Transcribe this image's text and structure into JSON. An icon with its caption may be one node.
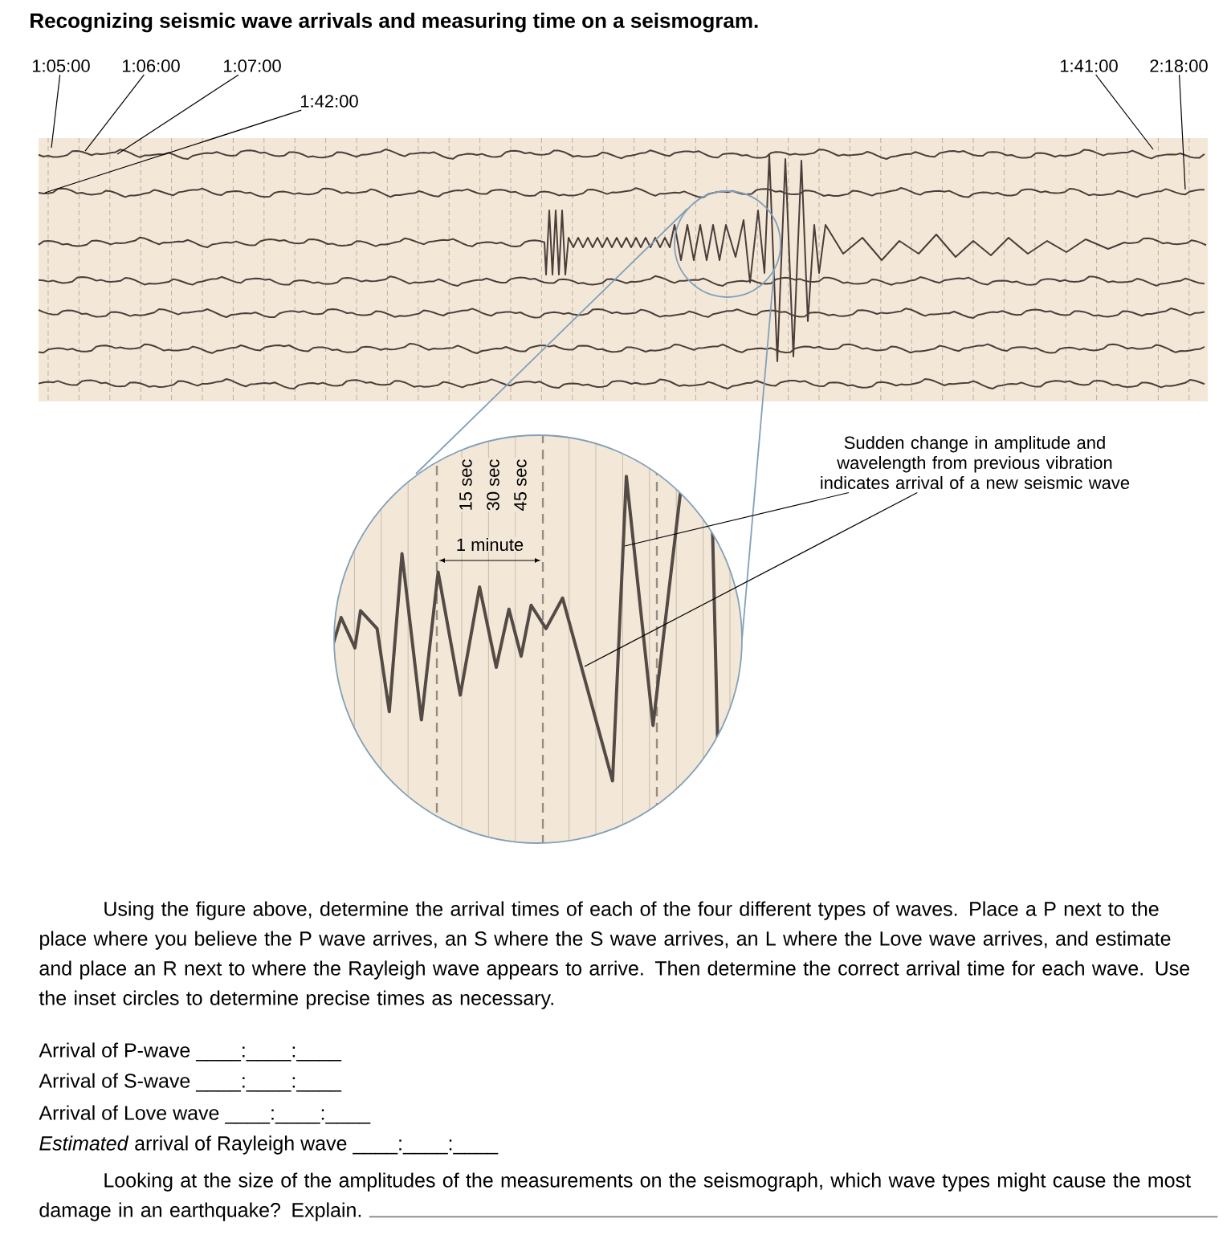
{
  "diagram": {
    "title": "Recognizing seismic wave arrivals and measuring time on a seismogram.",
    "nodes": [
      {
        "text": [
          "1:05:00"
        ]
      },
      {
        "text": [
          "1:06:00"
        ]
      },
      {
        "text": [
          "1:07:00"
        ]
      },
      {
        "text": [
          "1:42:00"
        ]
      },
      {
        "text": [
          "1:41:00"
        ]
      },
      {
        "text": [
          "2:18:00"
        ]
      },
      {
        "text": [
          "Sudden change in amplitude and wavelength from previous vibration indicates arrival of a new seismic wave"
        ]
      }
    ],
    "edges": [
      {
        "from": 0,
        "to": null,
        "arrow": "none"
      },
      {
        "from": 1,
        "to": null,
        "arrow": "none"
      },
      {
        "from": 2,
        "to": null,
        "arrow": "none"
      },
      {
        "from": 3,
        "to": null,
        "arrow": "none"
      },
      {
        "from": 4,
        "to": null,
        "arrow": "none"
      },
      {
        "from": 5,
        "to": null,
        "arrow": "none"
      },
      {
        "from": 6,
        "to": null,
        "arrow": "none"
      },
      {
        "from": 6,
        "to": null,
        "arrow": "none"
      }
    ],
    "labels": [
      "15 sec",
      "30 sec",
      "45 sec",
      "1 minute",
      "Using the figure above, determine the arrival times of each of the four different types of waves.  Place a P next to the place where you believe the P wave arrives, an S where the S wave arrives, an L where the Love wave arrives, and estimate and place an R next to where the Rayleigh wave appears to arrive. Then determine the correct arrival time for each wave. Use the inset circles to determine precise times as necessary.",
      "Arrival of P-wave ____:____:____",
      "Arrival of S-wave ____:____:____",
      "Arrival of Love wave ____:____:____",
      "*Estimated* arrival of Rayleigh wave ____:____:____",
      "Looking at the size of the amplitudes of the measurements on the seismograph, which wave types might cause the most damage in an earthquake? Explain."
    ]
  }
}
